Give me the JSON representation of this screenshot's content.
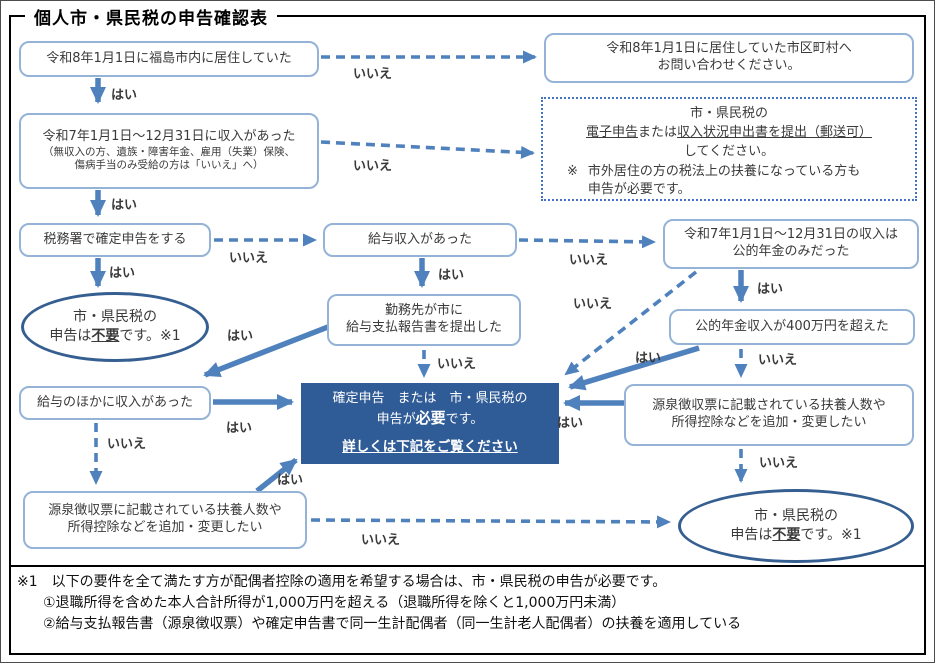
{
  "title": "個人市・県民税の申告確認表",
  "labels": {
    "yes": "はい",
    "no": "いいえ"
  },
  "colors": {
    "arrow": "#4f81bd",
    "box_border": "#95b3d7",
    "ellipse_border": "#365f91",
    "required_box_bg": "#2f5b96",
    "dotted_border": "#4472c4"
  },
  "nodes": {
    "residence": {
      "text": "令和8年1月1日に福島市内に居住していた"
    },
    "other_city": {
      "line1": "令和8年1月1日に居住していた市区町村へ",
      "line2": "お問い合わせください。"
    },
    "income": {
      "line1": "令和7年1月1日～12月31日に収入があった",
      "line2": "（無収入の方、遺族・障害年金、雇用（失業）保険、",
      "line3": "傷病手当のみ受給の方は「いいえ」へ）"
    },
    "efile": {
      "line1": "市・県民税の",
      "line2_a": "電子申告",
      "line2_b": "または",
      "line2_c": "収入状況申出書を提出（郵送可）",
      "line3": "してください。",
      "note_mark": "※",
      "note_line1": "市外居住の方の税法上の扶養になっている方も",
      "note_line2": "申告が必要です。"
    },
    "tax_office": {
      "text": "税務署で確定申告をする"
    },
    "salary": {
      "text": "給与収入があった"
    },
    "pension_only": {
      "line1": "令和7年1月1日～12月31日の収入は",
      "line2": "公的年金のみだった"
    },
    "employer_report": {
      "line1": "勤務先が市に",
      "line2": "給与支払報告書を提出した"
    },
    "pension_over": {
      "text": "公的年金収入が400万円を超えた"
    },
    "other_income": {
      "text": "給与のほかに収入があった"
    },
    "not_needed_left": {
      "line1": "市・県民税の",
      "line2_a": "申告は",
      "line2_b": "不要",
      "line2_c": "です。※1"
    },
    "not_needed_right": {
      "line1": "市・県民税の",
      "line2_a": "申告は",
      "line2_b": "不要",
      "line2_c": "です。※1"
    },
    "required": {
      "line1": "確定申告　または　市・県民税の",
      "line2_a": "申告が",
      "line2_b": "必要",
      "line2_c": "です。",
      "line3": "詳しくは下記をご覧ください"
    },
    "withholding_right": {
      "line1": "源泉徴収票に記載されている扶養人数や",
      "line2": "所得控除などを追加・変更したい"
    },
    "withholding_left": {
      "line1": "源泉徴収票に記載されている扶養人数や",
      "line2": "所得控除などを追加・変更したい"
    }
  },
  "footnote": {
    "line1": "※1　以下の要件を全て満たす方が配偶者控除の適用を希望する場合は、市・県民税の申告が必要です。",
    "line2": "①退職所得を含めた本人合計所得が1,000万円を超える（退職所得を除くと1,000万円未満）",
    "line3": "②給与支払報告書（源泉徴収票）や確定申告書で同一生計配偶者（同一生計老人配偶者）の扶養を適用している"
  }
}
